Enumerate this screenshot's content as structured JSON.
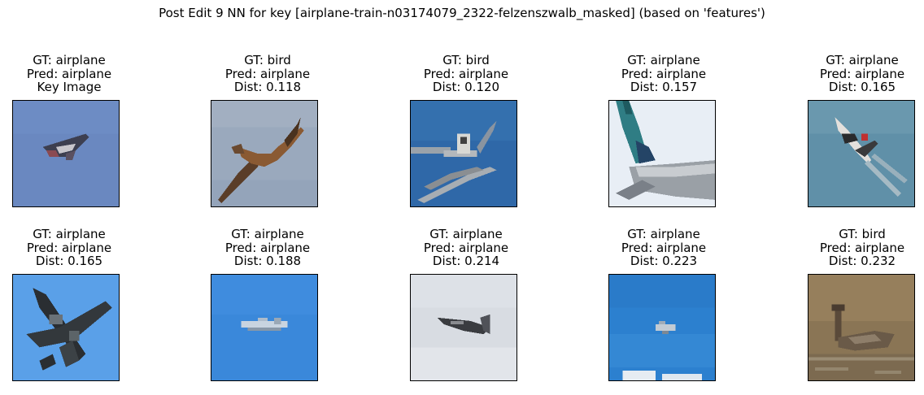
{
  "figure": {
    "title": "Post Edit 9 NN for key [airplane-train-n03174079_2322-felzenszwalb_masked] (based on 'features')"
  },
  "panels": [
    {
      "gt": "GT: airplane",
      "pred": "Pred: airplane",
      "extra": "Key Image",
      "scene": "key-airplane-sky"
    },
    {
      "gt": "GT: bird",
      "pred": "Pred: airplane",
      "extra": "Dist: 0.118",
      "scene": "soaring-bird-sky"
    },
    {
      "gt": "GT: bird",
      "pred": "Pred: airplane",
      "extra": "Dist: 0.120",
      "scene": "bird-on-branches"
    },
    {
      "gt": "GT: airplane",
      "pred": "Pred: airplane",
      "extra": "Dist: 0.157",
      "scene": "airliner-tail"
    },
    {
      "gt": "GT: airplane",
      "pred": "Pred: airplane",
      "extra": "Dist: 0.165",
      "scene": "jet-with-contrails"
    },
    {
      "gt": "GT: airplane",
      "pred": "Pred: airplane",
      "extra": "Dist: 0.165",
      "scene": "airliner-underside"
    },
    {
      "gt": "GT: airplane",
      "pred": "Pred: airplane",
      "extra": "Dist: 0.188",
      "scene": "small-plane-blue-sky"
    },
    {
      "gt": "GT: airplane",
      "pred": "Pred: airplane",
      "extra": "Dist: 0.214",
      "scene": "plane-grey-sky"
    },
    {
      "gt": "GT: airplane",
      "pred": "Pred: airplane",
      "extra": "Dist: 0.223",
      "scene": "tiny-plane-clouds"
    },
    {
      "gt": "GT: bird",
      "pred": "Pred: airplane",
      "extra": "Dist: 0.232",
      "scene": "duck-on-water"
    }
  ]
}
